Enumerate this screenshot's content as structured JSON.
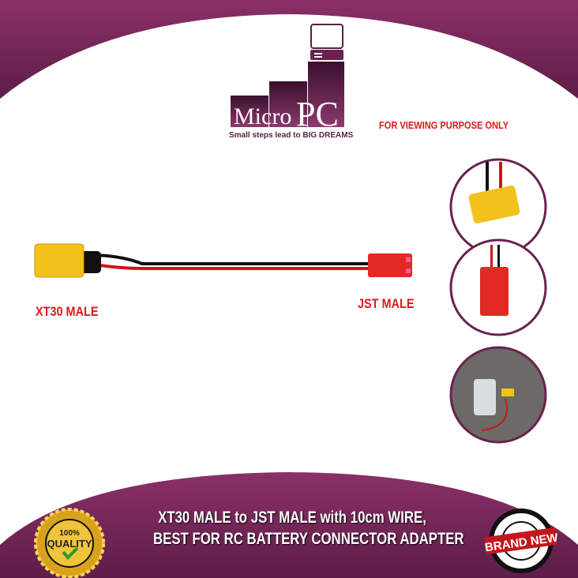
{
  "logo": {
    "brand": "MicroPC",
    "brand_part1": "Micro",
    "brand_part2": "PC",
    "tagline": "Small steps lead to BIG DREAMS"
  },
  "notice": "FOR VIEWING PURPOSE ONLY",
  "labels": {
    "left": "XT30 MALE",
    "right": "JST MALE"
  },
  "title": {
    "line1": "XT30 MALE to JST MALE with 10cm WIRE,",
    "line2": "BEST FOR RC BATTERY CONNECTOR ADAPTER"
  },
  "badges": {
    "quality": "100% QUALITY",
    "quality_pct": "100%",
    "quality_word": "QUALITY",
    "brand_new": "BRAND NEW"
  },
  "colors": {
    "band": "#7a2a5e",
    "accent": "#e3161b",
    "connector_yellow": "#f2c21b",
    "jst_red": "#e22a22"
  }
}
